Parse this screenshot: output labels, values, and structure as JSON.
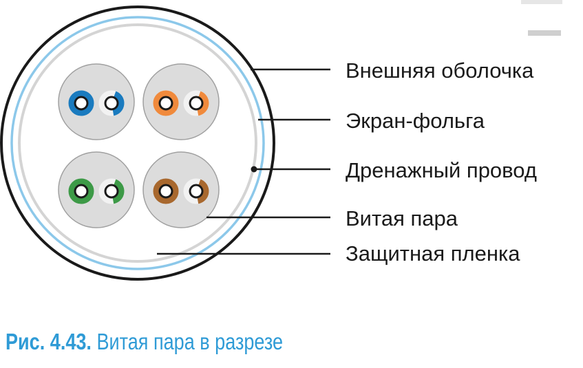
{
  "labels": {
    "outer_jacket": "Внешняя оболочка",
    "foil_screen": "Экран-фольга",
    "drain_wire": "Дренажный провод",
    "twisted_pair": "Витая пара",
    "protective_film": "Защитная пленка"
  },
  "caption": {
    "number": "Рис. 4.43.",
    "text": "Витая пара в разрезе"
  },
  "colors": {
    "pair_blue": "#1a7bbf",
    "pair_orange": "#f08a3c",
    "pair_green": "#3d9a47",
    "pair_brown": "#a8682e",
    "foil": "#8cc8ea",
    "jacket": "#1a1a1a",
    "film": "#d4d4d4",
    "pair_fill": "#dcdcdc",
    "caption": "#2f9bd6"
  }
}
